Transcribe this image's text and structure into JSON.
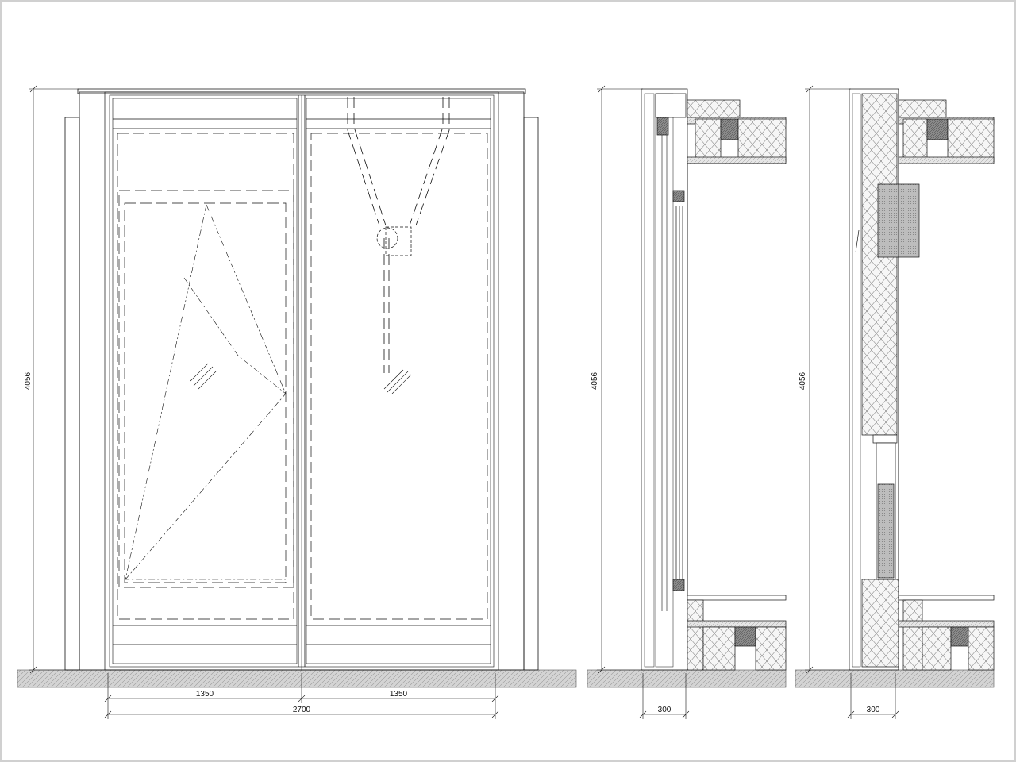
{
  "colors": {
    "line": "#111111",
    "thin": "#444444",
    "ground_fill": "#cfcfcf",
    "hatch": "#9a9a9a",
    "insulation_fill": "#f2f2f2",
    "dark_fill": "#707070",
    "frame_border": "#d0d0d0",
    "background": "#ffffff"
  },
  "elevation": {
    "height_label": "4056",
    "left_width_label": "1350",
    "right_width_label": "1350",
    "total_width_label": "2700"
  },
  "section_a": {
    "height_label": "4056",
    "depth_label": "300"
  },
  "section_b": {
    "height_label": "4056",
    "depth_label": "300"
  }
}
